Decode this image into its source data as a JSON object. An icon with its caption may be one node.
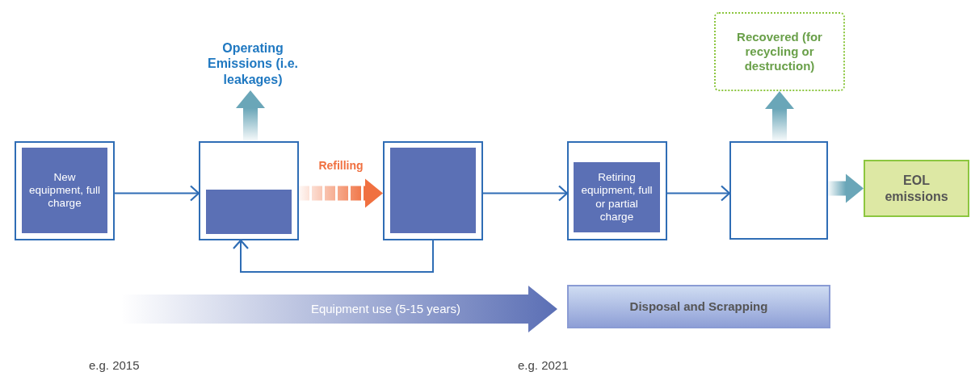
{
  "diagram": {
    "nodes": [
      {
        "text": [],
        "shape": "box"
      },
      {
        "text": [
          "New equipment, full charge"
        ],
        "in": 0
      },
      {
        "text": [],
        "shape": "box"
      },
      {
        "text": [],
        "shape": "box",
        "in": 2
      },
      {
        "text": [
          "Operating Emissions (i.e. leakages)"
        ]
      },
      {
        "text": [],
        "shape": "box"
      },
      {
        "text": [],
        "shape": "box",
        "in": 5
      },
      {
        "text": [],
        "shape": "box"
      },
      {
        "text": [
          "Retiring equipment, full or partial charge"
        ],
        "in": 7
      },
      {
        "text": [],
        "shape": "box"
      },
      {
        "text": [
          "Recovered (for recycling or destruction)"
        ]
      },
      {
        "text": [
          "EOL emissions"
        ]
      },
      {
        "text": [
          "Equipment use (5-15 years)"
        ]
      },
      {
        "text": [
          "Disposal and Scrapping"
        ]
      }
    ],
    "edges": [
      {
        "from": 0,
        "to": 2,
        "arrow": "to"
      },
      {
        "from": 2,
        "to": 4,
        "arrow": "to",
        "style": "thick",
        "color": "#6aa6b8"
      },
      {
        "from": 2,
        "to": 5,
        "arrow": "to",
        "label": "Refilling",
        "style": "thick",
        "color": "#f07040"
      },
      {
        "from": 5,
        "to": 2,
        "arrow": "to"
      },
      {
        "from": 5,
        "to": 7,
        "arrow": "to"
      },
      {
        "from": 7,
        "to": 9,
        "arrow": "to"
      },
      {
        "from": 9,
        "to": 10,
        "arrow": "to",
        "style": "thick",
        "color": "#6aa6b8"
      },
      {
        "from": 9,
        "to": 11,
        "arrow": "to",
        "style": "thick",
        "color": "#6aa6b8"
      }
    ],
    "labels": [
      "e.g. 2015",
      "e.g. 2021"
    ]
  }
}
